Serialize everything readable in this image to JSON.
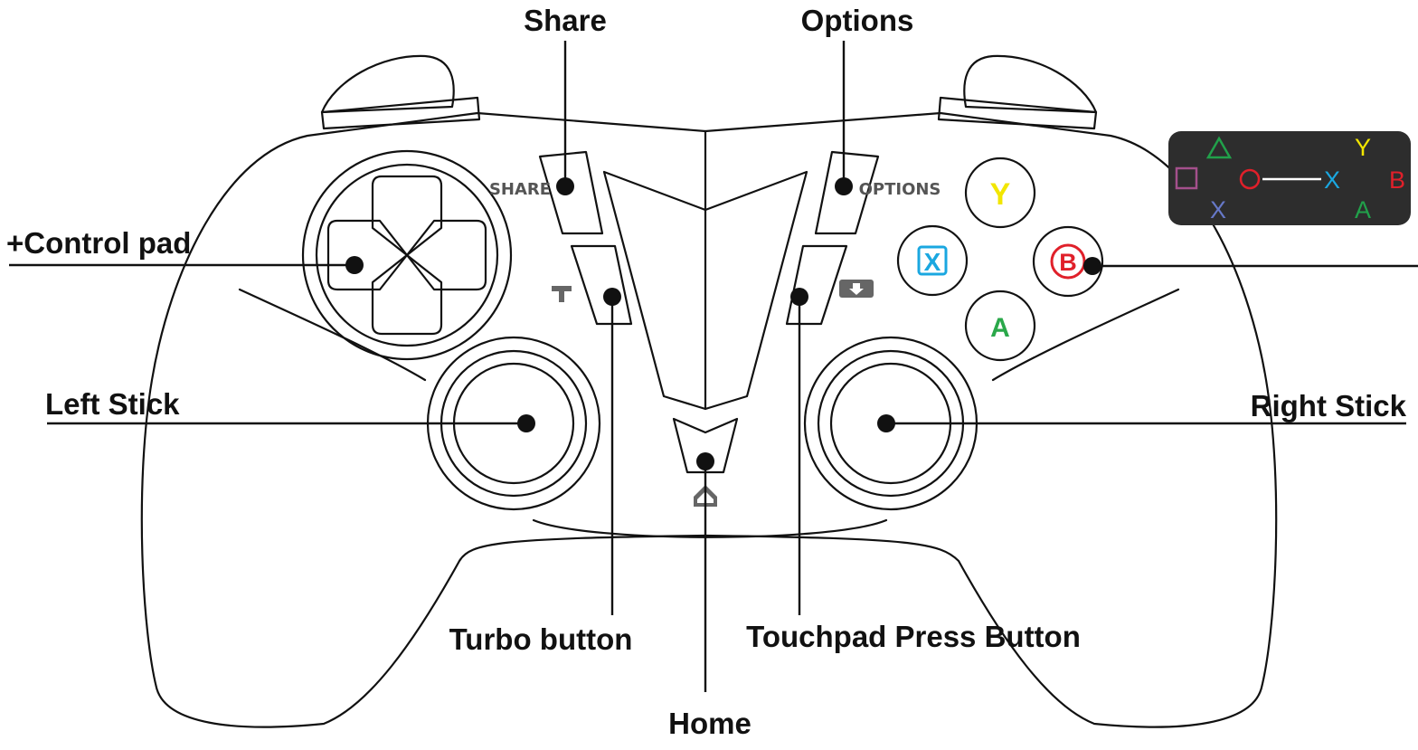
{
  "callouts": {
    "share": "Share",
    "options": "Options",
    "control_pad": "+Control pad",
    "left_stick": "Left Stick",
    "right_stick": "Right Stick",
    "turbo": "Turbo button",
    "touchpad": "Touchpad Press Button",
    "home": "Home"
  },
  "controller_labels": {
    "share": "SHARE",
    "options": "OPTIONS"
  },
  "face_buttons": {
    "y": {
      "letter": "Y",
      "color": "#f2e600"
    },
    "x": {
      "letter": "X",
      "color": "#1aa7e0"
    },
    "b": {
      "letter": "B",
      "color": "#e0202a"
    },
    "a": {
      "letter": "A",
      "color": "#2aa84a"
    }
  },
  "legend": {
    "background": "#2d2d2d",
    "triangle": {
      "icon": "triangle-icon",
      "color": "#21a04a"
    },
    "square": {
      "icon": "square-icon",
      "color": "#a4508c"
    },
    "circle": {
      "icon": "circle-icon",
      "color": "#e0202a"
    },
    "cross_label": "X",
    "cross_color": "#6678c8",
    "mapped_x": "X",
    "mapped_x_color": "#1aa7e0",
    "y": "Y",
    "y_color": "#f2e600",
    "b": "B",
    "b_color": "#e0202a",
    "a": "A",
    "a_color": "#21a04a"
  }
}
